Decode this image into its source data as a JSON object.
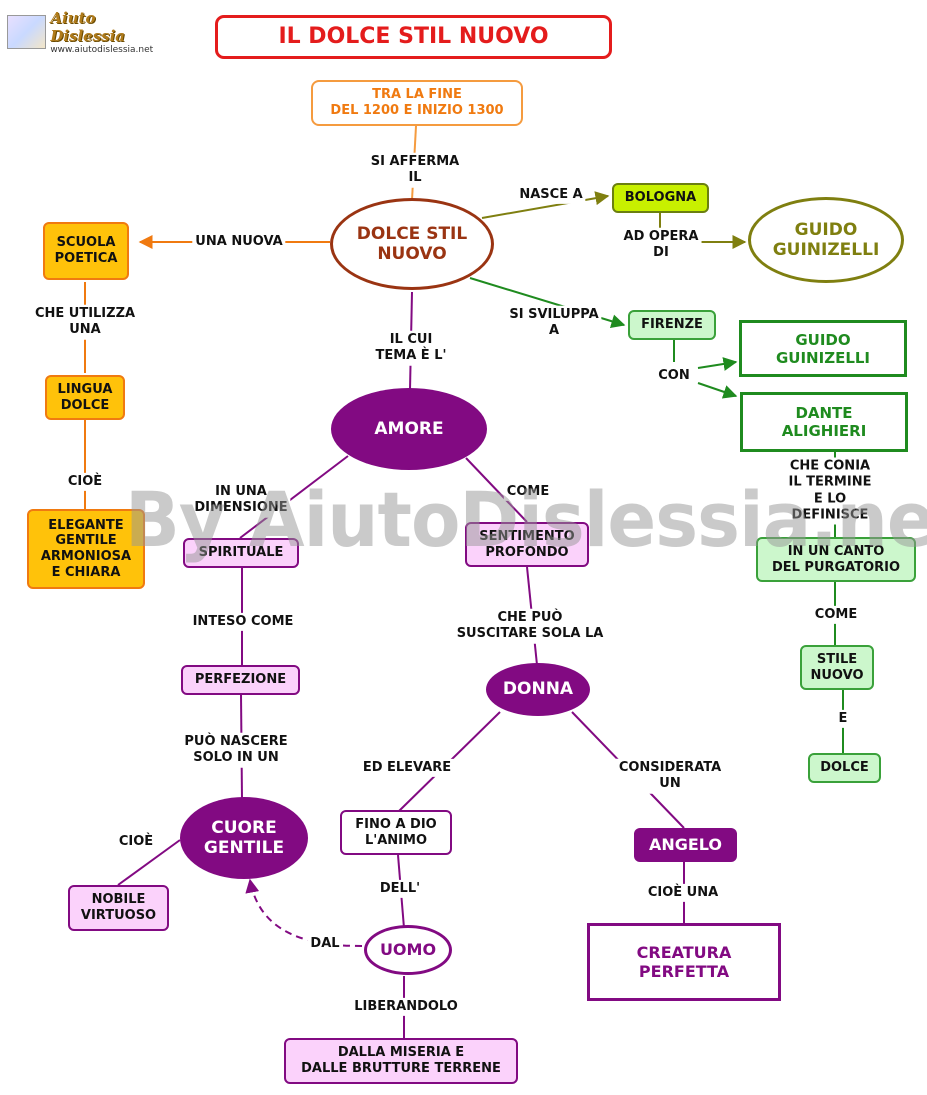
{
  "header": {
    "title": "IL DOLCE STIL NUOVO",
    "logo_name": "Aiuto Dislessia",
    "logo_url": "www.aiutodislessia.net",
    "watermark": "By AiutoDislessia.net"
  },
  "nodes": {
    "period": "TRA LA FINE\nDEL 1200 E INIZIO 1300",
    "main": "DOLCE STIL\nNUOVO",
    "scuola": "SCUOLA\nPOETICA",
    "lingua": "LINGUA\nDOLCE",
    "elegante": "ELEGANTE\nGENTILE\nARMONIOSA\nE CHIARA",
    "bologna": "BOLOGNA",
    "guinizelli_oval": "GUIDO\nGUINIZELLI",
    "firenze": "FIRENZE",
    "guinizelli_box": "GUIDO\nGUINIZELLI",
    "dante": "DANTE\nALIGHIERI",
    "purgatorio": "IN UN CANTO\nDEL PURGATORIO",
    "stile_nuovo": "STILE\nNUOVO",
    "dolce": "DOLCE",
    "amore": "AMORE",
    "spirituale": "SPIRITUALE",
    "perfezione": "PERFEZIONE",
    "cuore": "CUORE\nGENTILE",
    "nobile": "NOBILE\nVIRTUOSO",
    "sentimento": "SENTIMENTO\nPROFONDO",
    "donna": "DONNA",
    "fino_a_dio": "FINO A DIO\nL'ANIMO",
    "uomo": "UOMO",
    "miseria": "DALLA MISERIA E\nDALLE BRUTTURE TERRENE",
    "angelo": "ANGELO",
    "creatura": "CREATURA\nPERFETTA"
  },
  "labels": {
    "si_afferma": "SI AFFERMA\nIL",
    "nasce_a": "NASCE A",
    "ad_opera_di": "AD OPERA\nDI",
    "una_nuova": "UNA NUOVA",
    "che_utilizza": "CHE UTILIZZA\nUNA",
    "cioe_1": "CIOÈ",
    "si_sviluppa": "SI SVILUPPA\nA",
    "con": "CON",
    "il_cui_tema": "IL CUI\nTEMA È L'",
    "che_conia": "CHE CONIA\nIL TERMINE\nE LO DEFINISCE",
    "come_1": "COME",
    "e": "E",
    "in_una_dimensione": "IN UNA\nDIMENSIONE",
    "come_2": "COME",
    "inteso_come": "INTESO COME",
    "che_puo": "CHE PUÒ\nSUSCITARE SOLA LA",
    "puo_nascere": "PUÒ NASCERE\nSOLO IN UN",
    "ed_elevare": "ED ELEVARE",
    "considerata": "CONSIDERATA\nUN",
    "cioe_2": "CIOÈ",
    "dell": "DELL'",
    "cioe_una": "CIOÈ  UNA",
    "dal": "DAL",
    "liberandolo": "LIBERANDOLO"
  },
  "colors": {
    "title": "#e41c1c",
    "orange": "#f07a10",
    "brown": "#9a3412",
    "olive": "#7f7f10",
    "green": "#1f8b1f",
    "purple": "#820a82"
  }
}
